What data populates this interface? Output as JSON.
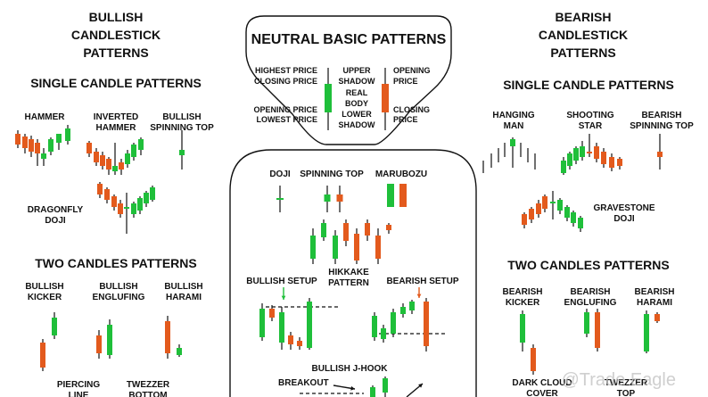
{
  "colors": {
    "bull": "#1fbf3a",
    "bear": "#e35a1d",
    "ink": "#111111",
    "bg": "#ffffff"
  },
  "left": {
    "heading": [
      "BULLISH",
      "CANDLESTICK",
      "PATTERNS"
    ],
    "single_title": "SINGLE CANDLE PATTERNS",
    "single": [
      {
        "label": [
          "HAMMER"
        ]
      },
      {
        "label": [
          "INVERTED",
          "HAMMER"
        ]
      },
      {
        "label": [
          "BULLISH",
          "SPINNING TOP"
        ]
      },
      {
        "label": [
          "DRAGONFLY",
          "DOJI"
        ]
      }
    ],
    "two_title": "TWO CANDLES PATTERNS",
    "two": [
      {
        "label": [
          "BULLISH",
          "KICKER"
        ]
      },
      {
        "label": [
          "BULLISH",
          "ENGLUFING"
        ]
      },
      {
        "label": [
          "BULLISH",
          "HARAMI"
        ]
      },
      {
        "label": [
          "PIERCING",
          "LINE"
        ]
      },
      {
        "label": [
          "TWEZZER",
          "BOTTOM"
        ]
      }
    ]
  },
  "center": {
    "title": "NEUTRAL BASIC PATTERNS",
    "anatomy": {
      "left_labels": [
        "HIGHEST PRICE",
        "CLOSING PRICE",
        "OPENING PRICE",
        "LOWEST PRICE"
      ],
      "middle_labels": [
        "UPPER",
        "SHADOW",
        "REAL",
        "BODY",
        "LOWER",
        "SHADOW"
      ],
      "right_labels": [
        "OPENING",
        "PRICE",
        "CLOSING",
        "PRICE"
      ]
    },
    "basics": [
      {
        "label": "DOJI"
      },
      {
        "label": "SPINNING TOP"
      },
      {
        "label": "MARUBOZU"
      }
    ],
    "hikkake": [
      "HIKKAKE",
      "PATTERN"
    ],
    "bullish_setup": "BULLISH SETUP",
    "bearish_setup": "BEARISH SETUP",
    "jhook": "BULLISH J-HOOK",
    "breakout": "BREAKOUT"
  },
  "right": {
    "heading": [
      "BEARISH",
      "CANDLESTICK",
      "PATTERNS"
    ],
    "single_title": "SINGLE CANDLE PATTERNS",
    "single": [
      {
        "label": [
          "HANGING",
          "MAN"
        ]
      },
      {
        "label": [
          "SHOOTING",
          "STAR"
        ]
      },
      {
        "label": [
          "BEARISH",
          "SPINNING TOP"
        ]
      },
      {
        "label": [
          "GRAVESTONE",
          "DOJI"
        ]
      }
    ],
    "two_title": "TWO CANDLES PATTERNS",
    "two": [
      {
        "label": [
          "BEARISH",
          "KICKER"
        ]
      },
      {
        "label": [
          "BEARISH",
          "ENGLUFING"
        ]
      },
      {
        "label": [
          "BEARISH",
          "HARAMI"
        ]
      },
      {
        "label": [
          "DARK CLOUD",
          "COVER"
        ]
      },
      {
        "label": [
          "TWEZZER",
          "TOP"
        ]
      }
    ]
  },
  "watermark": "@Trade Eagle"
}
